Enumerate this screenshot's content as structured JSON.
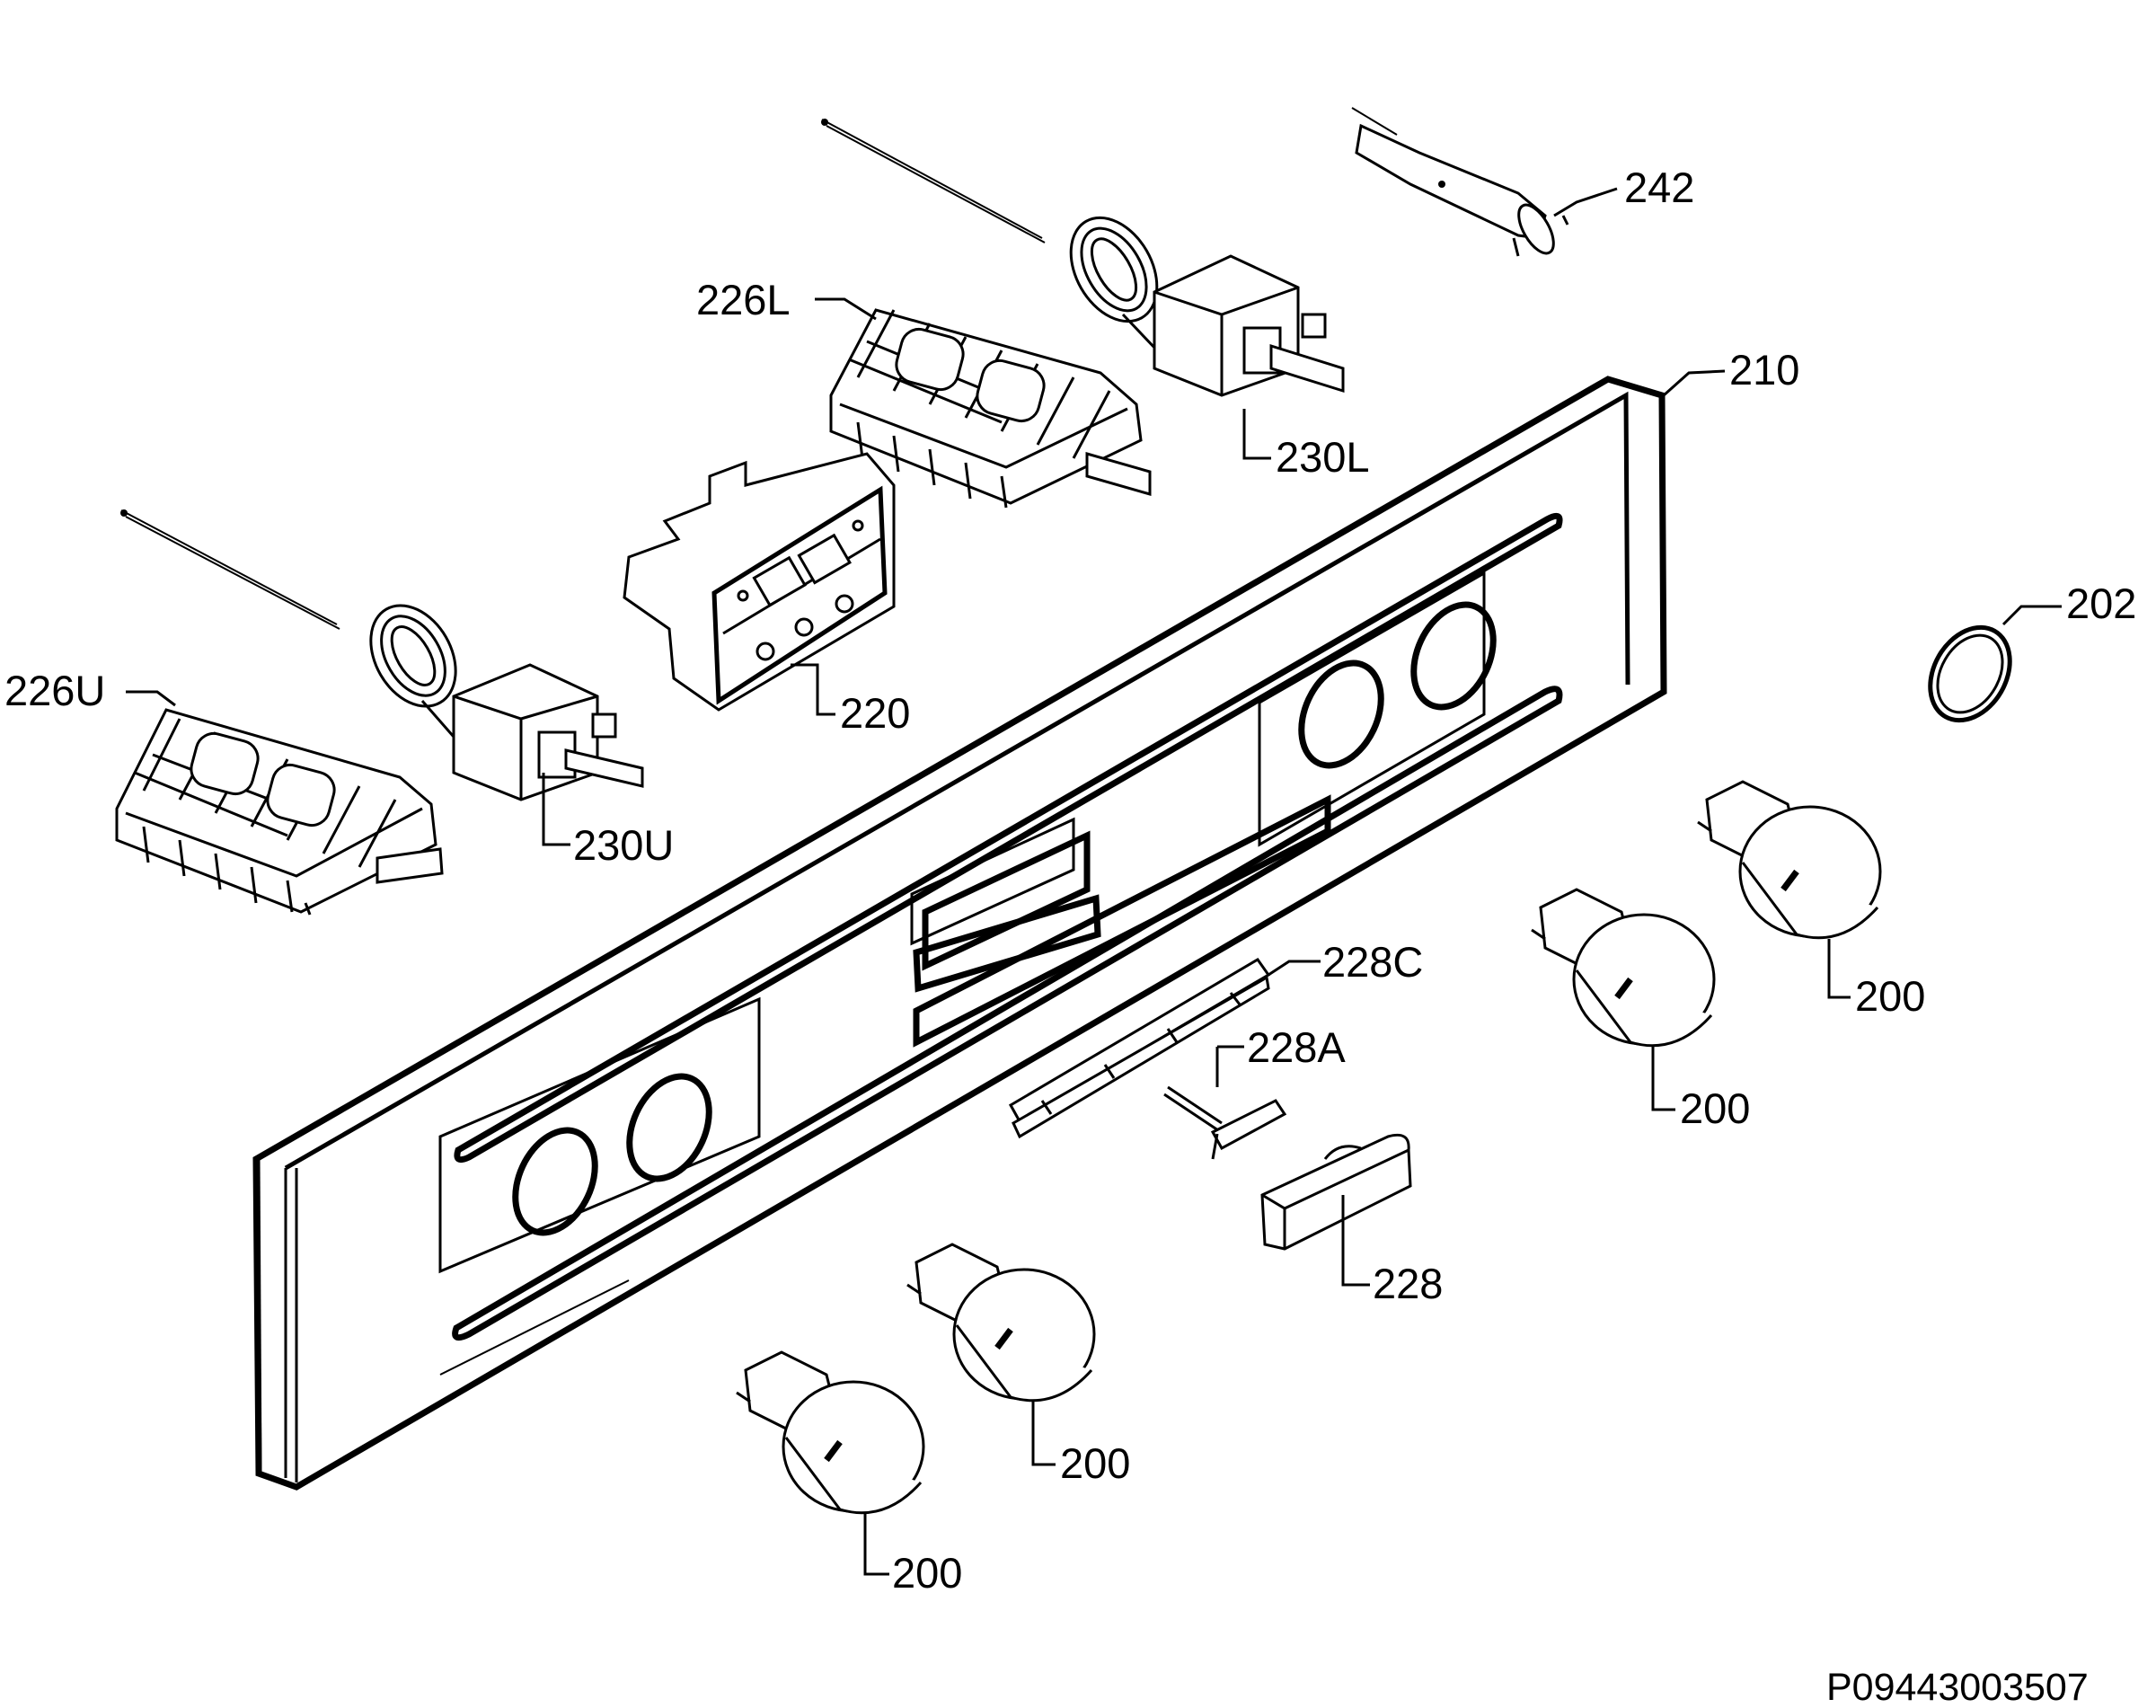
{
  "labels": {
    "l242": "242",
    "l226L": "226L",
    "l210": "210",
    "l230L": "230L",
    "l202": "202",
    "l220": "220",
    "l226U": "226U",
    "l230U": "230U",
    "l228C": "228C",
    "l228A": "228A",
    "l228": "228",
    "l200a": "200",
    "l200b": "200",
    "l200c": "200",
    "l200d": "200"
  },
  "document_id": "P09443003507"
}
